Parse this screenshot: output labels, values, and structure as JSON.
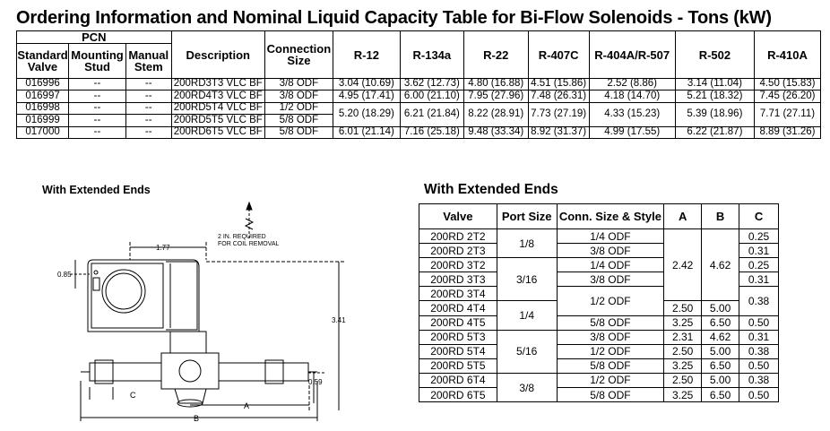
{
  "title": "Ordering Information and Nominal Liquid Capacity Table for Bi-Flow Solenoids - Tons (kW)",
  "table1": {
    "pcn_header": "PCN",
    "headers": {
      "standard_valve": [
        "Standard",
        "Valve"
      ],
      "mounting_stud": [
        "Mounting",
        "Stud"
      ],
      "manual_stem": [
        "Manual",
        "Stem"
      ],
      "description": "Description",
      "connection_size": [
        "Connection",
        "Size"
      ],
      "refrigerants": [
        "R-12",
        "R-134a",
        "R-22",
        "R-407C",
        "R-404A/R-507",
        "R-502",
        "R-410A"
      ]
    },
    "rows": [
      {
        "std": "016996",
        "stud": "--",
        "stem": "--",
        "desc": "200RD3T3 VLC BF",
        "conn": "3/8 ODF",
        "r12": "3.04 (10.69)",
        "r134a": "3.62 (12.73)",
        "r22": "4.80 (16.88)",
        "r407c": "4.51 (15.86)",
        "r404a": "2.52 (8.86)",
        "r502": "3.14 (11.04)",
        "r410a": "4.50 (15.83)"
      },
      {
        "std": "016997",
        "stud": "--",
        "stem": "--",
        "desc": "200RD4T3 VLC BF",
        "conn": "3/8 ODF",
        "r12": "4.95 (17.41)",
        "r134a": "6.00 (21.10)",
        "r22": "7.95 (27.96)",
        "r407c": "7.48 (26.31)",
        "r404a": "4.18 (14.70)",
        "r502": "5.21 (18.32)",
        "r410a": "7.45 (26.20)"
      },
      {
        "std": "016998",
        "stud": "--",
        "stem": "--",
        "desc": "200RD5T4 VLC BF",
        "conn": "1/2 ODF"
      },
      {
        "std": "016999",
        "stud": "--",
        "stem": "--",
        "desc": "200RD5T5 VLC BF",
        "conn": "5/8 ODF"
      },
      {
        "std": "017000",
        "stud": "--",
        "stem": "--",
        "desc": "200RD6T5 VLC BF",
        "conn": "5/8 ODF",
        "r12": "6.01 (21.14)",
        "r134a": "7.16 (25.18)",
        "r22": "9.48 (33.34)",
        "r407c": "8.92 (31.37)",
        "r404a": "4.99 (17.55)",
        "r502": "6.22 (21.87)",
        "r410a": "8.89 (31.26)"
      }
    ],
    "merged_rt5": {
      "r12": "5.20 (18.29)",
      "r134a": "6.21 (21.84)",
      "r22": "8.22 (28.91)",
      "r407c": "7.73 (27.19)",
      "r404a": "4.33 (15.23)",
      "r502": "5.39 (18.96)",
      "r410a": "7.71 (27.11)"
    }
  },
  "drawing": {
    "heading": "With Extended Ends",
    "note_line1": "2 IN. REQUIRED",
    "note_line2": "FOR COIL REMOVAL",
    "dim_177": "1.77",
    "dim_085": "0.85",
    "dim_341": "3.41",
    "dim_059": "0.59",
    "label_a": "A",
    "label_b": "B",
    "label_c": "C"
  },
  "table2": {
    "heading": "With Extended Ends",
    "headers": [
      "Valve",
      "Port Size",
      "Conn. Size & Style",
      "A",
      "B",
      "C"
    ],
    "valves": [
      "200RD 2T2",
      "200RD 2T3",
      "200RD 3T2",
      "200RD 3T3",
      "200RD 3T4",
      "200RD 4T4",
      "200RD 4T5",
      "200RD 5T3",
      "200RD 5T4",
      "200RD 5T5",
      "200RD 6T4",
      "200RD 6T5"
    ],
    "port_sizes": [
      "1/8",
      "3/16",
      "1/4",
      "5/16",
      "3/8"
    ],
    "conn": [
      "1/4 ODF",
      "3/8 ODF",
      "1/4 ODF",
      "3/8 ODF",
      "1/2 ODF",
      "5/8 ODF",
      "3/8 ODF",
      "1/2 ODF",
      "5/8 ODF",
      "1/2 ODF",
      "5/8 ODF"
    ],
    "a_merged": "2.42",
    "b_merged": "4.62",
    "a": [
      "2.50",
      "3.25",
      "2.31",
      "2.50",
      "3.25",
      "2.50",
      "3.25"
    ],
    "b": [
      "5.00",
      "6.50",
      "4.62",
      "5.00",
      "6.50",
      "5.00",
      "6.50"
    ],
    "c": [
      "0.25",
      "0.31",
      "0.25",
      "0.31",
      "0.38",
      "0.50",
      "0.31",
      "0.38",
      "0.50",
      "0.38",
      "0.50"
    ]
  }
}
